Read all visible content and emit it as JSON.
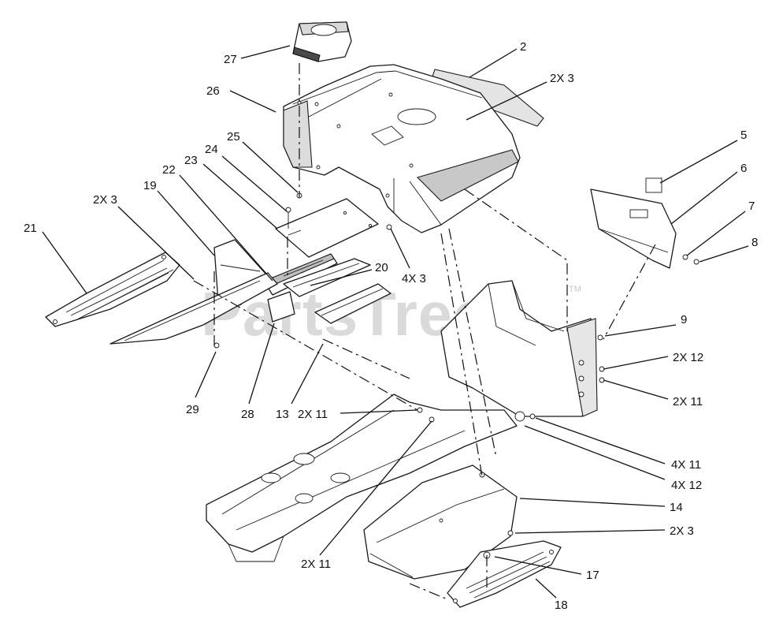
{
  "watermark": {
    "text": "PartsTree",
    "trademark": "TM"
  },
  "callouts": [
    {
      "id": "c27",
      "text": "27"
    },
    {
      "id": "c26",
      "text": "26"
    },
    {
      "id": "c25",
      "text": "25"
    },
    {
      "id": "c24",
      "text": "24"
    },
    {
      "id": "c23",
      "text": "23"
    },
    {
      "id": "c22",
      "text": "22"
    },
    {
      "id": "c19",
      "text": "19"
    },
    {
      "id": "c2x3a",
      "text": "2X 3"
    },
    {
      "id": "c21",
      "text": "21"
    },
    {
      "id": "c20",
      "text": "20"
    },
    {
      "id": "c4x3",
      "text": "4X 3"
    },
    {
      "id": "c2",
      "text": "2"
    },
    {
      "id": "c2x3b",
      "text": "2X 3"
    },
    {
      "id": "c5",
      "text": "5"
    },
    {
      "id": "c6",
      "text": "6"
    },
    {
      "id": "c7",
      "text": "7"
    },
    {
      "id": "c8",
      "text": "8"
    },
    {
      "id": "c9",
      "text": "9"
    },
    {
      "id": "c2x12",
      "text": "2X 12"
    },
    {
      "id": "c2x11a",
      "text": "2X 11"
    },
    {
      "id": "c29",
      "text": "29"
    },
    {
      "id": "c28",
      "text": "28"
    },
    {
      "id": "c13",
      "text": "13"
    },
    {
      "id": "c2x11b",
      "text": "2X 11"
    },
    {
      "id": "c4x11",
      "text": "4X 11"
    },
    {
      "id": "c4x12",
      "text": "4X 12"
    },
    {
      "id": "c14",
      "text": "14"
    },
    {
      "id": "c2x3c",
      "text": "2X 3"
    },
    {
      "id": "c17",
      "text": "17"
    },
    {
      "id": "c18",
      "text": "18"
    },
    {
      "id": "c2x11c",
      "text": "2X 11"
    }
  ]
}
